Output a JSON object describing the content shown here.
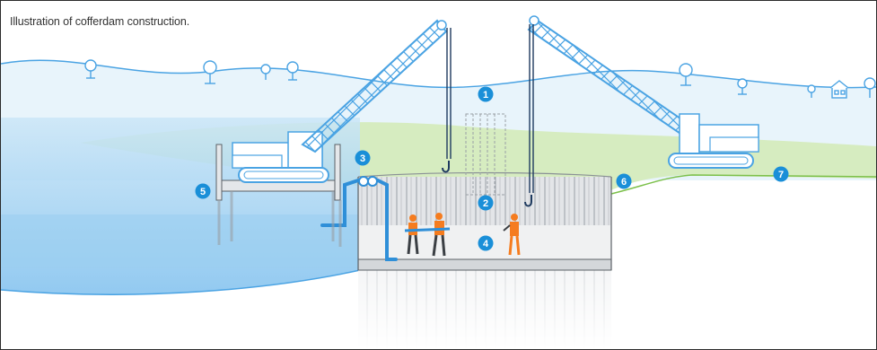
{
  "caption": "Illustration of cofferdam construction.",
  "markers": [
    {
      "label": "1"
    },
    {
      "label": "2"
    },
    {
      "label": "3"
    },
    {
      "label": "4"
    },
    {
      "label": "5"
    },
    {
      "label": "6"
    },
    {
      "label": "7"
    }
  ],
  "colors": {
    "accent": "#1a8fd8",
    "crane": "#4aa3e3",
    "water": "#9fd0f2",
    "sky": "#e6f3fb",
    "grass": "#d8ecc4",
    "sheet_pile": "#d9dcdf"
  }
}
